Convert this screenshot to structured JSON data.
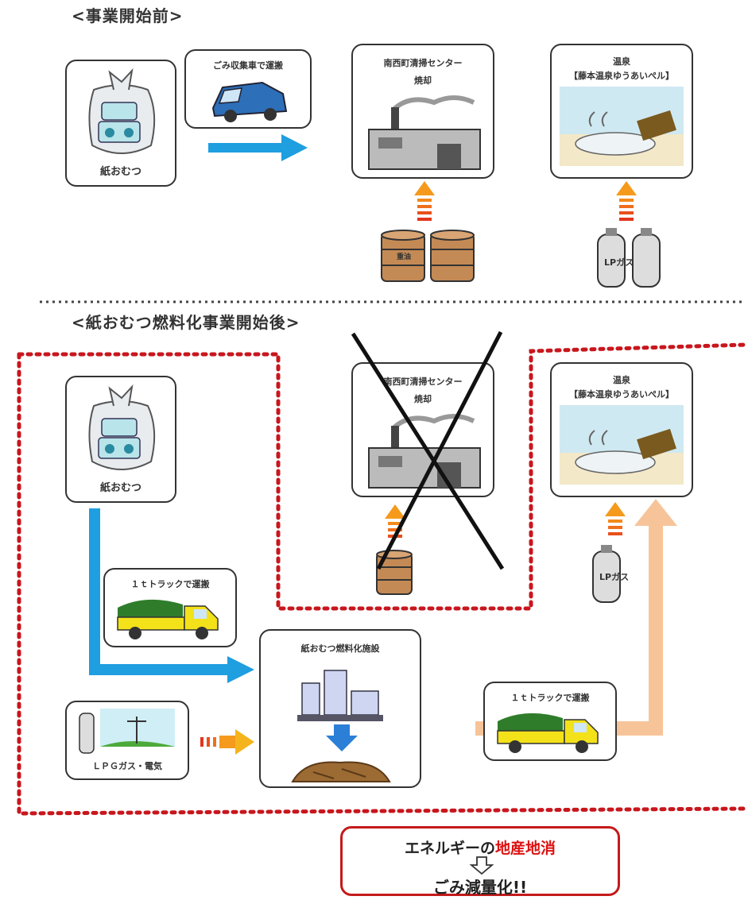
{
  "before": {
    "title": "<事業開始前>",
    "diaper_label": "紙おむつ",
    "transport_label": "ごみ収集車で運搬",
    "incinerator_label": "南西町清掃センター",
    "incinerator_sub": "焼却",
    "onsen_label": "温泉",
    "onsen_sub": "【藤本温泉ゆうあいぺル】",
    "drum_text": "重油",
    "gas_text": "LPガス"
  },
  "after": {
    "title": "<紙おむつ燃料化事業開始後>",
    "diaper_label": "紙おむつ",
    "incinerator_label": "南西町清掃センター",
    "incinerator_sub": "焼却",
    "onsen_label": "温泉",
    "onsen_sub": "【藤本温泉ゆうあいぺル】",
    "truck1_label": "１ｔトラックで運搬",
    "truck2_label": "１ｔトラックで運搬",
    "facility_label": "紙おむつ燃料化施設",
    "lpg_label": "ＬＰＧガス・電気",
    "gas_text": "LPガス"
  },
  "callout": {
    "line1_a": "エネルギーの",
    "line1_b": "地産地消",
    "line2": "ごみ減量化!!"
  },
  "colors": {
    "blue_arrow": "#1f9ee0",
    "peach_arrow": "#f7c49a",
    "red_dots": "#c8161d",
    "truck_yellow": "#f3e11a",
    "truck_green": "#2f7d2b",
    "drum_brown": "#c48a55"
  }
}
